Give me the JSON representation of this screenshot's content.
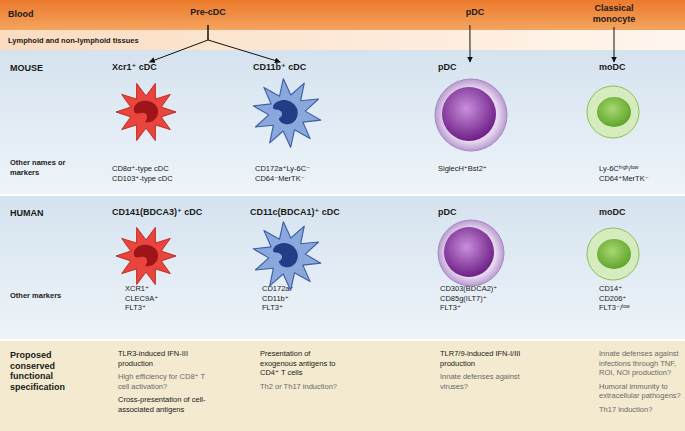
{
  "diagram": {
    "nodes": [
      {
        "text": [
          "Blood"
        ]
      },
      {
        "text": [
          "Pre-cDC"
        ],
        "in": 0
      },
      {
        "text": [
          "pDC"
        ],
        "in": 0
      },
      {
        "text": [
          "Classical monocyte"
        ],
        "in": 0
      },
      {
        "text": [
          "Lymphoid and non-lymphoid tissues"
        ]
      },
      {
        "text": [
          "MOUSE",
          "Other names or markers"
        ]
      },
      {
        "text": [
          "Xcr1⁺ cDC",
          "CD8α⁺-type cDC",
          "CD103⁺-type cDC"
        ],
        "in": 5
      },
      {
        "text": [
          "CD11b⁺ cDC",
          "CD172a⁺Ly-6C⁻",
          "CD64⁻MerTK⁻"
        ],
        "in": 5
      },
      {
        "text": [
          "pDC",
          "SiglecH⁺Bst2⁺"
        ],
        "in": 5
      },
      {
        "text": [
          "moDC",
          "Ly-6Cʰⁱᵍʰ/ˡᵒʷ",
          "CD64⁺MerTK⁻"
        ],
        "in": 5
      },
      {
        "text": [
          "HUMAN",
          "Other markers"
        ]
      },
      {
        "text": [
          "CD141(BDCA3)⁺ cDC",
          "XCR1⁺",
          "CLEC9A⁺",
          "FLT3⁺"
        ],
        "in": 10
      },
      {
        "text": [
          "CD11c(BDCA1)⁺ cDC",
          "CD172a⁺",
          "CD11b⁺",
          "FLT3⁺"
        ],
        "in": 10
      },
      {
        "text": [
          "pDC",
          "CD303(BDCA2)⁺",
          "CD85g(ILT7)⁺",
          "FLT3⁺"
        ],
        "in": 10
      },
      {
        "text": [
          "moDC",
          "CD14⁺",
          "CD206⁺",
          "FLT3⁻/ˡᵒʷ"
        ],
        "in": 10
      },
      {
        "text": [
          "Proposed conserved functional specification"
        ]
      },
      {
        "text": [
          "TLR3-induced IFN-III production",
          "High efficiency for CD8⁺ T cell activation?",
          "Cross-presentation of cell-associated antigens"
        ],
        "in": 15
      },
      {
        "text": [
          "Presentation of exogenous antigens to CD4⁺ T cells",
          "Th2 or Th17 induction?"
        ],
        "in": 15
      },
      {
        "text": [
          "TLR7/9-induced IFN-I/III production",
          "Innate defenses against viruses?"
        ],
        "in": 15
      },
      {
        "text": [
          "Innate defenses against infections through TNF, ROI, NOI production?",
          "Humoral immunity to extracellular pathogens?",
          "Th17 induction?"
        ],
        "in": 15
      }
    ],
    "edges": [
      {
        "from": 1,
        "to": 6,
        "arrow": "to"
      },
      {
        "from": 1,
        "to": 7,
        "arrow": "to"
      },
      {
        "from": 2,
        "to": 8,
        "arrow": "to"
      },
      {
        "from": 3,
        "to": 9,
        "arrow": "to"
      }
    ]
  }
}
